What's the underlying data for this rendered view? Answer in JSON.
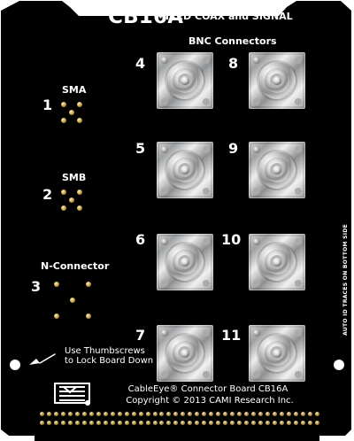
{
  "board": {
    "title": "CB16A",
    "subtitle": "MIXED COAX and SIGNAL",
    "bnc_label": "BNC Connectors",
    "sma_label": "SMA",
    "smb_label": "SMB",
    "n_connector_label": "N-Connector",
    "numbers": {
      "n1": "1",
      "n2": "2",
      "n3": "3",
      "n4": "4",
      "n5": "5",
      "n6": "6",
      "n7": "7",
      "n8": "8",
      "n9": "9",
      "n10": "10",
      "n11": "11"
    },
    "thumbscrew_note": "Use Thumbscrews\nto Lock Board Down",
    "footer_line1": "CableEye® Connector Board CB16A",
    "footer_line2": "Copyright © 2013  CAMI Research Inc.",
    "vertical_note": "AUTO ID TRACES ON BOTTOM SIDE"
  },
  "colors": {
    "board_black": "#000000",
    "text_white": "#ffffff",
    "metal": "#b7b8ba",
    "gold": "#c8a555"
  },
  "icons": {
    "connector": "bnc-connector-icon",
    "sma": "sma-pad-icon",
    "smb": "smb-pad-icon",
    "n_connector": "n-connector-pad-icon",
    "arrow": "arrow-icon",
    "logo": "cableeye-logo-icon"
  }
}
